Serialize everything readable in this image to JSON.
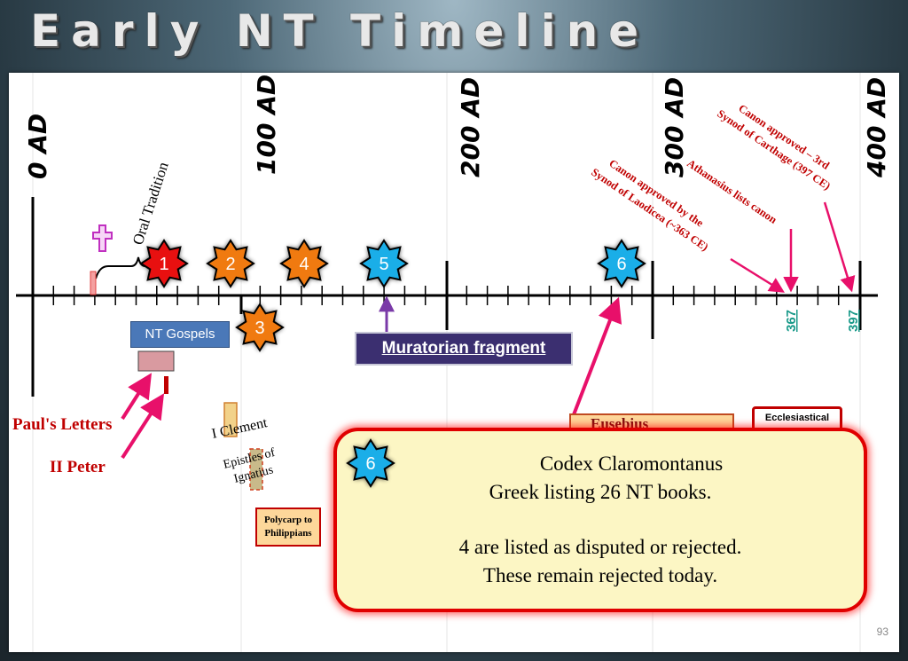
{
  "title": "Early NT Timeline",
  "axis_labels": [
    "0 AD",
    "100 AD",
    "200 AD",
    "300 AD",
    "400 AD"
  ],
  "oral_tradition": "Oral Tradition",
  "cross_icon": "cross-icon",
  "stars": [
    {
      "label": "1",
      "color": "#e81010"
    },
    {
      "label": "2",
      "color": "#f07a10"
    },
    {
      "label": "3",
      "color": "#f07a10"
    },
    {
      "label": "4",
      "color": "#f07a10"
    },
    {
      "label": "5",
      "color": "#1aaee8"
    },
    {
      "label": "6",
      "color": "#1aaee8"
    }
  ],
  "nt_gospels": "NT Gospels",
  "pauls_letters": "Paul's Letters",
  "ii_peter": "II Peter",
  "i_clement": "I Clement",
  "ignatius": [
    "Epistles of",
    "Ignatius"
  ],
  "polycarp": [
    "Polycarp to",
    "Philippians"
  ],
  "muratorian": "Muratorian fragment",
  "laodicea": [
    "Canon approved by the",
    "Synod of Laodicea (~363 CE)"
  ],
  "athanasius": "Athanasius lists canon",
  "carthage": [
    "Canon approved – 3rd",
    "Synod of Carthage (397 CE)"
  ],
  "year_367": "367",
  "year_397": "397",
  "eusebius": "Eusebius",
  "ecclesiastical": "Ecclesiastical",
  "callout": {
    "badge": "6",
    "line1": "Codex Claromontanus",
    "line2": "Greek listing 26 NT books.",
    "line3": "4 are listed as disputed or rejected.",
    "line4": "These remain rejected today."
  },
  "page_number": "93",
  "colors": {
    "red": "#c00000",
    "pink_arrow": "#e8106a",
    "teal": "#1a9a8a",
    "purple": "#7a3aa8"
  }
}
